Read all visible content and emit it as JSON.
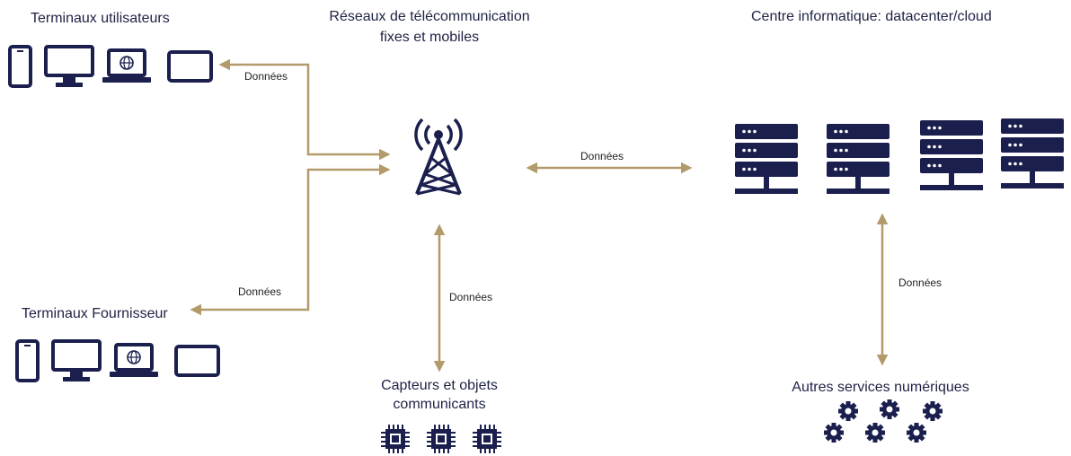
{
  "labels": {
    "users_title": "Terminaux utilisateurs",
    "network_title_line1": "Réseaux de télécommunication",
    "network_title_line2": "fixes et mobiles",
    "datacenter_title": "Centre informatique: datacenter/cloud",
    "supplier_title": "Terminaux Fournisseur",
    "sensors_title_line1": "Capteurs et objets",
    "sensors_title_line2": "communicants",
    "services_title": "Autres services numériques"
  },
  "edge_labels": {
    "users_link": "Données",
    "supplier_link": "Données",
    "datacenter_link": "Données",
    "sensors_link": "Données",
    "services_link": "Données"
  },
  "colors": {
    "icon": "#1b1f4e",
    "arrow": "#b39a6a"
  },
  "icons": {
    "users_devices": [
      "smartphone-icon",
      "desktop-monitor-icon",
      "laptop-globe-icon",
      "tablet-icon"
    ],
    "supplier_devices": [
      "smartphone-icon",
      "desktop-monitor-icon",
      "laptop-globe-icon",
      "tablet-icon"
    ],
    "network": "cell-tower-icon",
    "datacenter": [
      "server-stack-icon",
      "server-stack-icon",
      "server-stack-icon",
      "server-stack-icon"
    ],
    "sensors": [
      "microchip-icon",
      "microchip-icon",
      "microchip-icon"
    ],
    "services": [
      "gear-icon",
      "gear-icon",
      "gear-icon",
      "gear-icon",
      "gear-icon",
      "gear-icon"
    ]
  }
}
